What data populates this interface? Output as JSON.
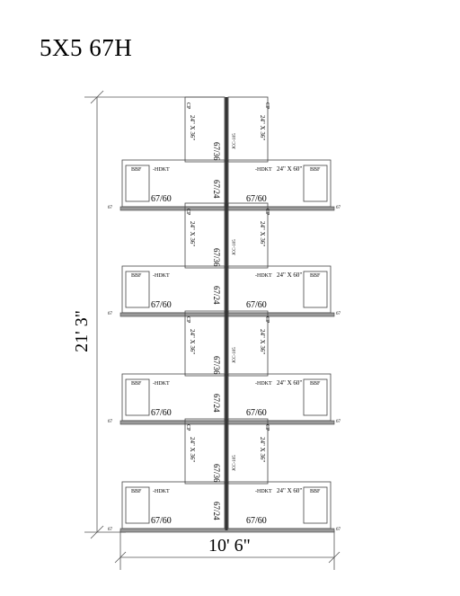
{
  "title": "5X5 67H",
  "dimensions": {
    "overall_height": "21' 3\"",
    "overall_width": "10' 6\""
  },
  "labels": {
    "height": "67",
    "panel_left": "67/60",
    "panel_right": "67/60",
    "spine_upper": "67/36",
    "spine_lower": "67/24",
    "desk": "24\" X 36\"",
    "return": "24\" X 60\"",
    "cp": "CP",
    "bbf": "BBF",
    "hdkt": "-HDKT",
    "jcc": "JCC-105"
  }
}
